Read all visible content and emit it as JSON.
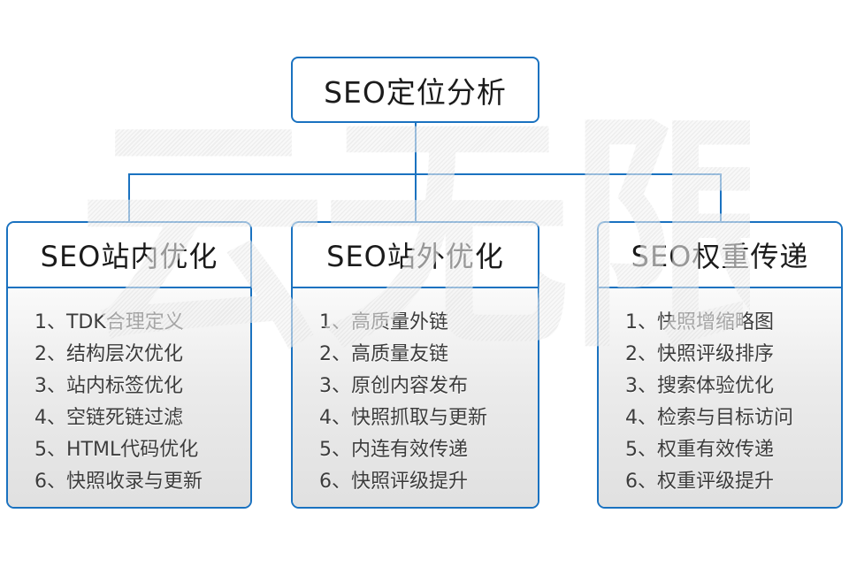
{
  "watermark": "云无限",
  "colors": {
    "accent_blue": "#1a72c0",
    "header_text": "#1b1b1b",
    "item_text": "#3c3c3c",
    "panel_gradient_top": "#fafafa",
    "panel_gradient_bottom": "#e0e0e0"
  },
  "root": {
    "title": "SEO定位分析"
  },
  "columns": [
    {
      "title": "SEO站内优化",
      "items": [
        "1、TDK合理定义",
        "2、结构层次优化",
        "3、站内标签优化",
        "4、空链死链过滤",
        "5、HTML代码优化",
        "6、快照收录与更新"
      ]
    },
    {
      "title": "SEO站外优化",
      "items": [
        "1、高质量外链",
        "2、高质量友链",
        "3、原创内容发布",
        "4、快照抓取与更新",
        "5、内连有效传递",
        "6、快照评级提升"
      ]
    },
    {
      "title": "SEO权重传递",
      "items": [
        "1、快照增缩略图",
        "2、快照评级排序",
        "3、搜索体验优化",
        "4、检索与目标访问",
        "5、权重有效传递",
        "6、权重评级提升"
      ]
    }
  ]
}
